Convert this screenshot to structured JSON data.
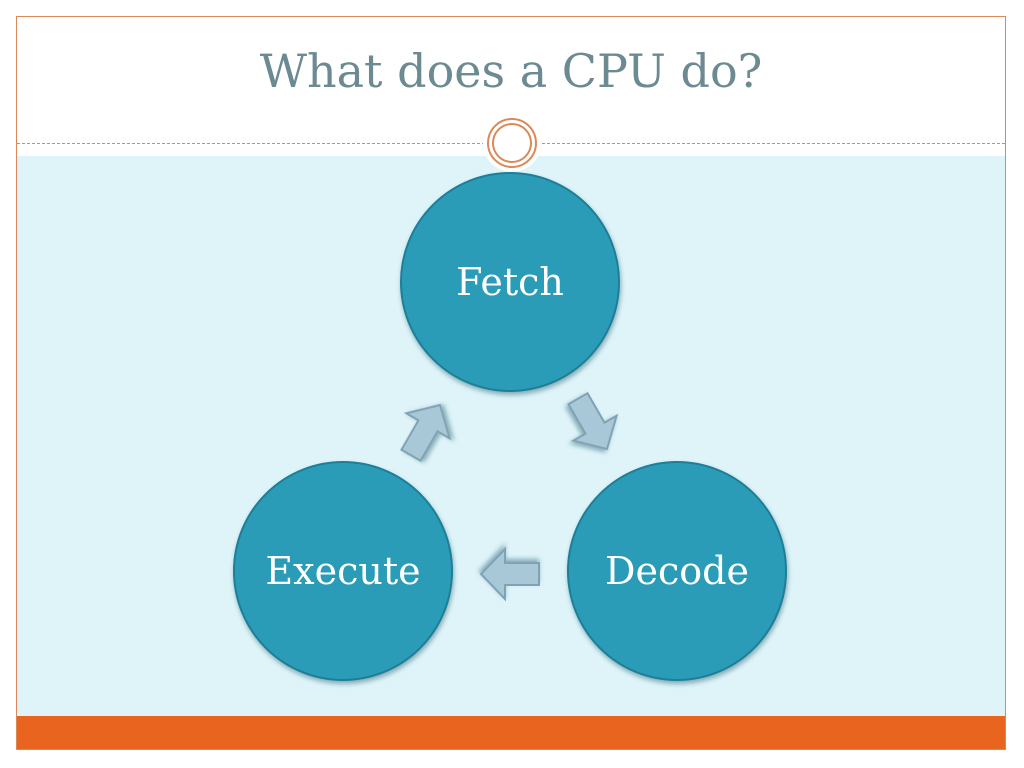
{
  "slide": {
    "title": "What does a CPU do?"
  },
  "cycle": {
    "nodes": [
      {
        "id": "fetch",
        "label": "Fetch"
      },
      {
        "id": "decode",
        "label": "Decode"
      },
      {
        "id": "execute",
        "label": "Execute"
      }
    ],
    "arrows": [
      {
        "from": "fetch",
        "to": "decode"
      },
      {
        "from": "decode",
        "to": "execute"
      },
      {
        "from": "execute",
        "to": "fetch"
      }
    ]
  },
  "colors": {
    "title": "#6b8a91",
    "accent_orange": "#e8641f",
    "border": "#d9895a",
    "content_background": "#def4f9",
    "node_fill": "#2b9cb8",
    "arrow_fill": "#a8c8d8"
  }
}
